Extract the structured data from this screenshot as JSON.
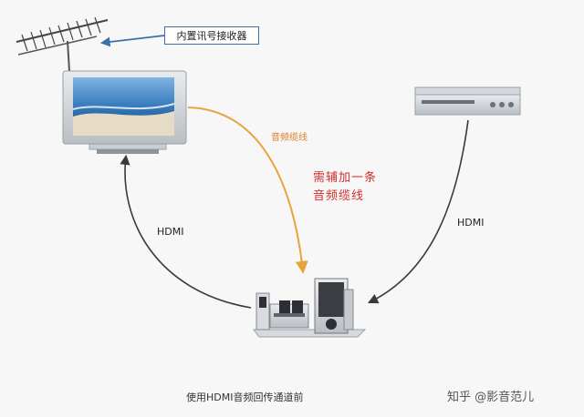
{
  "diagram": {
    "antenna_callout": "内置讯号接收器",
    "audio_cable_label": "音频缆线",
    "need_line_1": "需辅加一条",
    "need_line_2": "音频缆线",
    "hdmi_left": "HDMI",
    "hdmi_right": "HDMI",
    "caption": "使用HDMI音频回传通道前"
  },
  "watermark": "知乎 @影音范儿",
  "colors": {
    "audio_arrow": "#e8a33a",
    "hdmi_arrow": "#3a3a3a",
    "callout_arrow": "#3d6fa8",
    "highlight_text": "#d42f2f"
  }
}
